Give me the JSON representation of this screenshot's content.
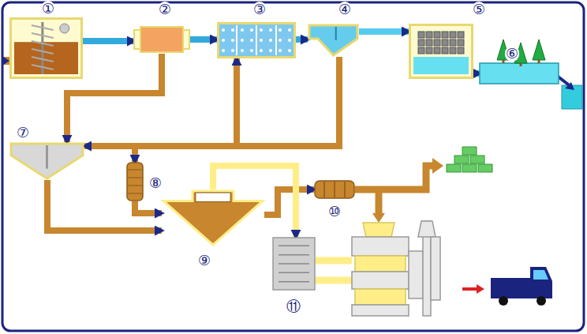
{
  "diagram": {
    "nodes": [
      {
        "text": [
          "①"
        ]
      },
      {
        "text": [
          "②"
        ]
      },
      {
        "text": [
          "③"
        ]
      },
      {
        "text": [
          "④"
        ]
      },
      {
        "text": [
          "⑤"
        ]
      },
      {
        "text": [
          "⑥"
        ]
      },
      {
        "text": [
          "⑦"
        ]
      },
      {
        "text": [
          "⑧"
        ]
      },
      {
        "text": [
          "⑨"
        ]
      },
      {
        "text": [
          "⑩"
        ]
      },
      {
        "text": [
          "⑪"
        ]
      }
    ],
    "edges": [
      {
        "from": 0,
        "to": 1,
        "arrow": "to"
      },
      {
        "from": 1,
        "to": 2,
        "arrow": "to"
      },
      {
        "from": 2,
        "to": 3,
        "arrow": "to"
      },
      {
        "from": 3,
        "to": 4,
        "arrow": "to"
      },
      {
        "from": 4,
        "to": 5,
        "arrow": "to"
      },
      {
        "from": 1,
        "to": 6,
        "arrow": "to"
      },
      {
        "from": 3,
        "to": 2,
        "arrow": "to"
      },
      {
        "from": 3,
        "to": 6,
        "arrow": "to"
      },
      {
        "from": 3,
        "to": 7,
        "arrow": "to"
      },
      {
        "from": 6,
        "to": 8,
        "arrow": "to"
      },
      {
        "from": 7,
        "to": 8,
        "arrow": "to"
      },
      {
        "from": 8,
        "to": 9,
        "arrow": "to"
      },
      {
        "from": 8,
        "to": 10,
        "arrow": "to"
      }
    ]
  }
}
